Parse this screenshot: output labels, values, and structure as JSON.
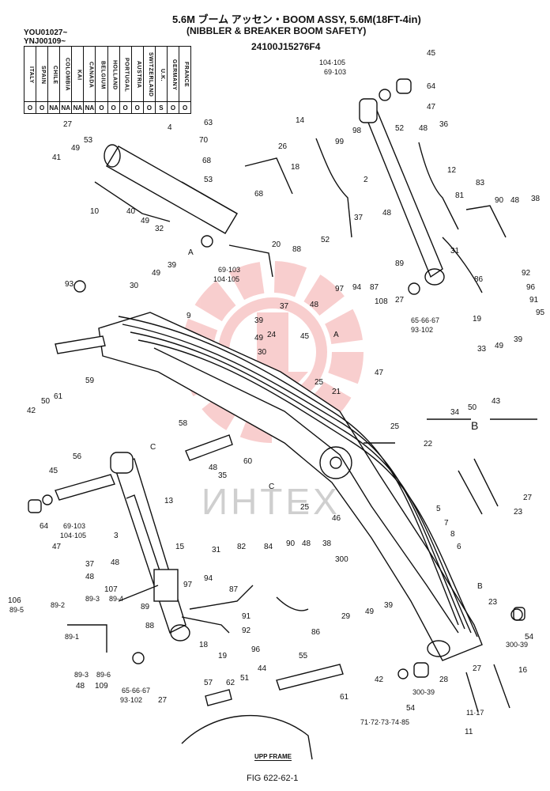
{
  "title_line1": "5.6M ブーム アッセン・BOOM ASSY, 5.6M(18FT-4in)",
  "title_line2": "(NIBBLER & BREAKER BOOM SAFETY)",
  "part_number": "24100J15276F4",
  "serials": [
    "YOU01027~",
    "YNJ00109~"
  ],
  "country_table": [
    {
      "country": "ITALY",
      "value": "O"
    },
    {
      "country": "SPAIN",
      "value": "O"
    },
    {
      "country": "CHILE",
      "value": "NA"
    },
    {
      "country": "COLOMBIA",
      "value": "NA"
    },
    {
      "country": "KAI",
      "value": "NA"
    },
    {
      "country": "CANADA",
      "value": "NA"
    },
    {
      "country": "BELGIUM",
      "value": "O"
    },
    {
      "country": "HOLLAND",
      "value": "O"
    },
    {
      "country": "PORTUGAL",
      "value": "O"
    },
    {
      "country": "AUSTRIA",
      "value": "O"
    },
    {
      "country": "SWITZERLAND",
      "value": "O"
    },
    {
      "country": "U.K.",
      "value": "S"
    },
    {
      "country": "GERMANY",
      "value": "O"
    },
    {
      "country": "FRANCE",
      "value": "O"
    }
  ],
  "callouts": [
    {
      "id": "c45a",
      "label": "45"
    },
    {
      "id": "c104a",
      "label": "104·105"
    },
    {
      "id": "c69a",
      "label": "69·103"
    },
    {
      "id": "c64a",
      "label": "64"
    },
    {
      "id": "c47a",
      "label": "47"
    },
    {
      "id": "c14",
      "label": "14"
    },
    {
      "id": "c98",
      "label": "98"
    },
    {
      "id": "c52a",
      "label": "52"
    },
    {
      "id": "c48a",
      "label": "48"
    },
    {
      "id": "c36",
      "label": "36"
    },
    {
      "id": "c99",
      "label": "99"
    },
    {
      "id": "c18a",
      "label": "18"
    },
    {
      "id": "c2",
      "label": "2"
    },
    {
      "id": "c12",
      "label": "12"
    },
    {
      "id": "c83",
      "label": "83"
    },
    {
      "id": "c81",
      "label": "81"
    },
    {
      "id": "c90a",
      "label": "90"
    },
    {
      "id": "c48b",
      "label": "48"
    },
    {
      "id": "c38a",
      "label": "38"
    },
    {
      "id": "c27a",
      "label": "27"
    },
    {
      "id": "c4",
      "label": "4"
    },
    {
      "id": "c63",
      "label": "63"
    },
    {
      "id": "c70",
      "label": "70"
    },
    {
      "id": "c68a",
      "label": "68"
    },
    {
      "id": "c26",
      "label": "26"
    },
    {
      "id": "c53a",
      "label": "53"
    },
    {
      "id": "c49a",
      "label": "49"
    },
    {
      "id": "c41",
      "label": "41"
    },
    {
      "id": "c53b",
      "label": "53"
    },
    {
      "id": "c68b",
      "label": "68"
    },
    {
      "id": "c40",
      "label": "40"
    },
    {
      "id": "c10",
      "label": "10"
    },
    {
      "id": "c49b",
      "label": "49"
    },
    {
      "id": "c32",
      "label": "32"
    },
    {
      "id": "c37a",
      "label": "37"
    },
    {
      "id": "c48c",
      "label": "48"
    },
    {
      "id": "c86a",
      "label": "86"
    },
    {
      "id": "c31a",
      "label": "31"
    },
    {
      "id": "c92a",
      "label": "92"
    },
    {
      "id": "c96a",
      "label": "96"
    },
    {
      "id": "c91a",
      "label": "91"
    },
    {
      "id": "c95",
      "label": "95"
    },
    {
      "id": "cA1",
      "label": "A"
    },
    {
      "id": "c69b",
      "label": "69·103"
    },
    {
      "id": "c104b",
      "label": "104·105"
    },
    {
      "id": "c20",
      "label": "20"
    },
    {
      "id": "c52b",
      "label": "52"
    },
    {
      "id": "c88",
      "label": "88"
    },
    {
      "id": "c89a",
      "label": "89"
    },
    {
      "id": "c39a",
      "label": "39"
    },
    {
      "id": "c49c",
      "label": "49"
    },
    {
      "id": "c30a",
      "label": "30"
    },
    {
      "id": "c37b",
      "label": "37"
    },
    {
      "id": "c48d",
      "label": "48"
    },
    {
      "id": "c97a",
      "label": "97"
    },
    {
      "id": "c94a",
      "label": "94"
    },
    {
      "id": "c87a",
      "label": "87"
    },
    {
      "id": "c108",
      "label": "108"
    },
    {
      "id": "c27b",
      "label": "27"
    },
    {
      "id": "c65a",
      "label": "65·66·67"
    },
    {
      "id": "c93a",
      "label": "93·102"
    },
    {
      "id": "c19a",
      "label": "19"
    },
    {
      "id": "c93",
      "label": "93"
    },
    {
      "id": "c9",
      "label": "9"
    },
    {
      "id": "c39b",
      "label": "39"
    },
    {
      "id": "c49d",
      "label": "49"
    },
    {
      "id": "c30b",
      "label": "30"
    },
    {
      "id": "c24",
      "label": "24"
    },
    {
      "id": "c45b",
      "label": "45"
    },
    {
      "id": "cA2",
      "label": "A"
    },
    {
      "id": "c33",
      "label": "33"
    },
    {
      "id": "c49e",
      "label": "49"
    },
    {
      "id": "c39c",
      "label": "39"
    },
    {
      "id": "c25a",
      "label": "25"
    },
    {
      "id": "c21",
      "label": "21"
    },
    {
      "id": "c47b",
      "label": "47"
    },
    {
      "id": "c43",
      "label": "43"
    },
    {
      "id": "c34",
      "label": "34"
    },
    {
      "id": "c50a",
      "label": "50"
    },
    {
      "id": "c59",
      "label": "59"
    },
    {
      "id": "c61a",
      "label": "61"
    },
    {
      "id": "c42a",
      "label": "42"
    },
    {
      "id": "c50b",
      "label": "50"
    },
    {
      "id": "c58",
      "label": "58"
    },
    {
      "id": "c25b",
      "label": "25"
    },
    {
      "id": "c22",
      "label": "22"
    },
    {
      "id": "cC1",
      "label": "C"
    },
    {
      "id": "c56",
      "label": "56"
    },
    {
      "id": "c45c",
      "label": "45"
    },
    {
      "id": "c48e",
      "label": "48"
    },
    {
      "id": "c60",
      "label": "60"
    },
    {
      "id": "c35",
      "label": "35"
    },
    {
      "id": "cC2",
      "label": "C"
    },
    {
      "id": "c25c",
      "label": "25"
    },
    {
      "id": "c23a",
      "label": "23"
    },
    {
      "id": "c27c",
      "label": "27"
    },
    {
      "id": "c64b",
      "label": "64"
    },
    {
      "id": "c69c",
      "label": "69·103"
    },
    {
      "id": "c104c",
      "label": "104·105"
    },
    {
      "id": "c47c",
      "label": "47"
    },
    {
      "id": "c13",
      "label": "13"
    },
    {
      "id": "c3",
      "label": "3"
    },
    {
      "id": "c46",
      "label": "46"
    },
    {
      "id": "c5",
      "label": "5"
    },
    {
      "id": "c7",
      "label": "7"
    },
    {
      "id": "c8",
      "label": "8"
    },
    {
      "id": "c6",
      "label": "6"
    },
    {
      "id": "c15",
      "label": "15"
    },
    {
      "id": "c31b",
      "label": "31"
    },
    {
      "id": "c82",
      "label": "82"
    },
    {
      "id": "c84",
      "label": "84"
    },
    {
      "id": "c90b",
      "label": "90"
    },
    {
      "id": "c48f",
      "label": "48"
    },
    {
      "id": "c38b",
      "label": "38"
    },
    {
      "id": "c300a",
      "label": "300"
    },
    {
      "id": "c37c",
      "label": "37"
    },
    {
      "id": "c48g",
      "label": "48"
    },
    {
      "id": "c48h",
      "label": "48"
    },
    {
      "id": "c107",
      "label": "107"
    },
    {
      "id": "c89b",
      "label": "89-3"
    },
    {
      "id": "c89c",
      "label": "89-4"
    },
    {
      "id": "c97b",
      "label": "97"
    },
    {
      "id": "c94b",
      "label": "94"
    },
    {
      "id": "c87b",
      "label": "87"
    },
    {
      "id": "c106",
      "label": "106"
    },
    {
      "id": "c89d",
      "label": "89-5"
    },
    {
      "id": "c89e",
      "label": "89-2"
    },
    {
      "id": "c89f",
      "label": "89"
    },
    {
      "id": "c91b",
      "label": "91"
    },
    {
      "id": "c92b",
      "label": "92"
    },
    {
      "id": "c96b",
      "label": "96"
    },
    {
      "id": "c86b",
      "label": "86"
    },
    {
      "id": "c29",
      "label": "29"
    },
    {
      "id": "c49f",
      "label": "49"
    },
    {
      "id": "c39d",
      "label": "39"
    },
    {
      "id": "cB1",
      "label": "B"
    },
    {
      "id": "c23b",
      "label": "23"
    },
    {
      "id": "c89g",
      "label": "89-1"
    },
    {
      "id": "c88b",
      "label": "88"
    },
    {
      "id": "c18b",
      "label": "18"
    },
    {
      "id": "c19b",
      "label": "19"
    },
    {
      "id": "c54a",
      "label": "54"
    },
    {
      "id": "c300b",
      "label": "300-39"
    },
    {
      "id": "c89h",
      "label": "89-3"
    },
    {
      "id": "c48i",
      "label": "48"
    },
    {
      "id": "c89i",
      "label": "89-6"
    },
    {
      "id": "c109",
      "label": "109"
    },
    {
      "id": "c65b",
      "label": "65·66·67"
    },
    {
      "id": "c93b",
      "label": "93·102"
    },
    {
      "id": "c27d",
      "label": "27"
    },
    {
      "id": "c55",
      "label": "55"
    },
    {
      "id": "c28",
      "label": "28"
    },
    {
      "id": "c27e",
      "label": "27"
    },
    {
      "id": "c16",
      "label": "16"
    },
    {
      "id": "c44",
      "label": "44"
    },
    {
      "id": "c57",
      "label": "57"
    },
    {
      "id": "c62",
      "label": "62"
    },
    {
      "id": "c51",
      "label": "51"
    },
    {
      "id": "c61b",
      "label": "61"
    },
    {
      "id": "c42b",
      "label": "42"
    },
    {
      "id": "c54b",
      "label": "54"
    },
    {
      "id": "c300c",
      "label": "300-39"
    },
    {
      "id": "c71",
      "label": "71·72·73·74·85"
    },
    {
      "id": "c11a",
      "label": "11·17"
    },
    {
      "id": "c11b",
      "label": "11"
    }
  ],
  "section_b_label": "B",
  "frame_label": "UPP FRAME",
  "figure_label": "FIG 622-62-1",
  "watermark_text": "ИНТЕХ",
  "watermark_color": "#f4a7a7",
  "line_color": "#111111"
}
